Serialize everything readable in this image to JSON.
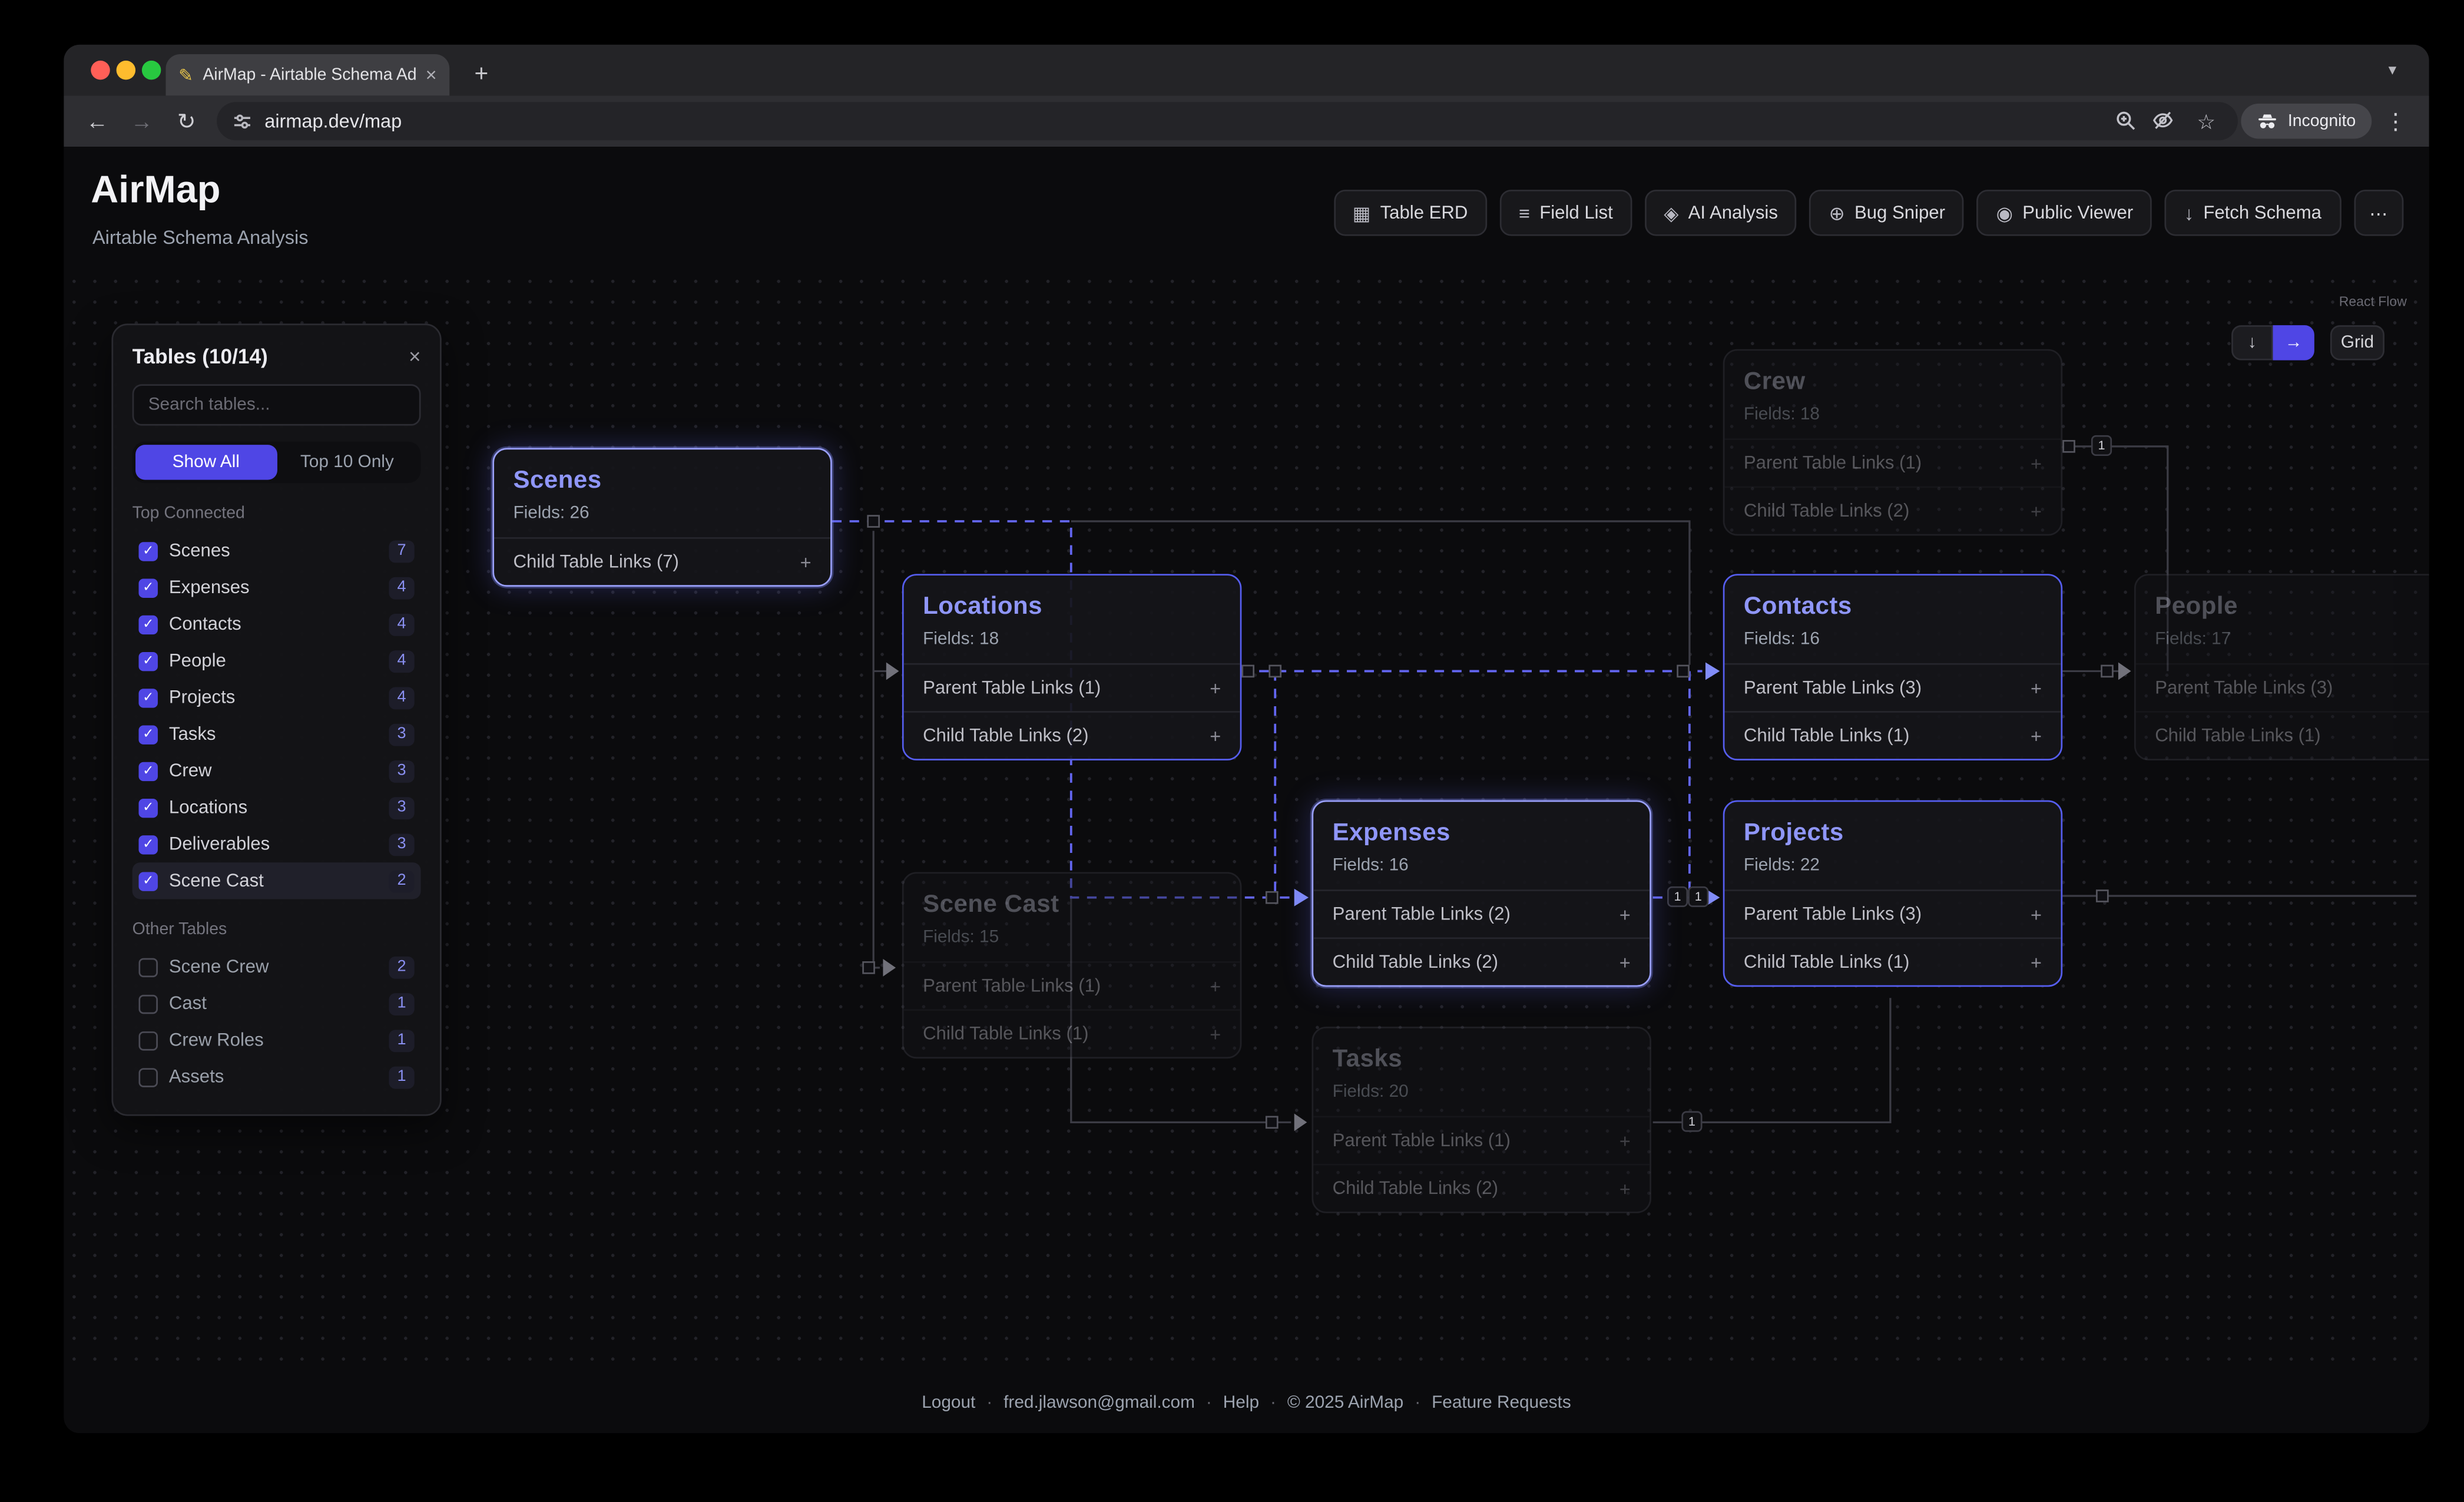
{
  "colors": {
    "accent": "#6366f1",
    "accent_bright": "#8f96f9",
    "segment_active": "#4f46e5"
  },
  "browser": {
    "tab_title": "AirMap - Airtable Schema Ad",
    "url": "airmap.dev/map",
    "incognito_label": "Incognito"
  },
  "icons": {
    "pencil": "✎",
    "close": "×",
    "plus": "+",
    "chevron_down": "▾",
    "back": "←",
    "forward": "→",
    "reload": "↻",
    "star": "☆",
    "dots_v": "⋮",
    "check": "✓",
    "map": "▦",
    "list": "≡",
    "sparkle": "◈",
    "scope": "⊕",
    "eye": "◉",
    "download": "↓",
    "arrow_down": "↓",
    "arrow_right": "→"
  },
  "header": {
    "title": "AirMap",
    "subtitle": "Airtable Schema Analysis",
    "buttons": [
      {
        "label": "Table ERD"
      },
      {
        "label": "Field List"
      },
      {
        "label": "AI Analysis"
      },
      {
        "label": "Bug Sniper"
      },
      {
        "label": "Public Viewer"
      },
      {
        "label": "Fetch Schema"
      }
    ],
    "more_label": "⋯"
  },
  "panel": {
    "title": "Tables (10/14)",
    "search_placeholder": "Search tables...",
    "show_all": "Show All",
    "top_ten": "Top 10 Only",
    "sections": [
      {
        "label": "Top Connected",
        "items": [
          {
            "name": "Scenes",
            "count": "7",
            "checked": true
          },
          {
            "name": "Expenses",
            "count": "4",
            "checked": true
          },
          {
            "name": "Contacts",
            "count": "4",
            "checked": true
          },
          {
            "name": "People",
            "count": "4",
            "checked": true
          },
          {
            "name": "Projects",
            "count": "4",
            "checked": true
          },
          {
            "name": "Tasks",
            "count": "3",
            "checked": true
          },
          {
            "name": "Crew",
            "count": "3",
            "checked": true
          },
          {
            "name": "Locations",
            "count": "3",
            "checked": true
          },
          {
            "name": "Deliverables",
            "count": "3",
            "checked": true
          },
          {
            "name": "Scene Cast",
            "count": "2",
            "checked": true
          }
        ]
      },
      {
        "label": "Other Tables",
        "items": [
          {
            "name": "Scene Crew",
            "count": "2",
            "checked": false
          },
          {
            "name": "Cast",
            "count": "1",
            "checked": false
          },
          {
            "name": "Crew Roles",
            "count": "1",
            "checked": false
          },
          {
            "name": "Assets",
            "count": "1",
            "checked": false
          }
        ]
      }
    ]
  },
  "flow": {
    "attribution": "React Flow",
    "grid_label": "Grid",
    "nodes": [
      {
        "title": "Scenes",
        "fields": "Fields: 26",
        "links": [
          "Child Table Links (7)"
        ]
      },
      {
        "title": "Locations",
        "fields": "Fields: 18",
        "links": [
          "Parent Table Links (1)",
          "Child Table Links (2)"
        ]
      },
      {
        "title": "Crew",
        "fields": "Fields: 18",
        "links": [
          "Parent Table Links (1)",
          "Child Table Links (2)"
        ]
      },
      {
        "title": "Contacts",
        "fields": "Fields: 16",
        "links": [
          "Parent Table Links (3)",
          "Child Table Links (1)"
        ]
      },
      {
        "title": "People",
        "fields": "Fields: 17",
        "links": [
          "Parent Table Links (3)",
          "Child Table Links (1)"
        ]
      },
      {
        "title": "Expenses",
        "fields": "Fields: 16",
        "links": [
          "Parent Table Links (2)",
          "Child Table Links (2)"
        ]
      },
      {
        "title": "Projects",
        "fields": "Fields: 22",
        "links": [
          "Parent Table Links (3)",
          "Child Table Links (1)"
        ]
      },
      {
        "title": "Scene Cast",
        "fields": "Fields: 15",
        "links": [
          "Parent Table Links (1)",
          "Child Table Links (1)"
        ]
      },
      {
        "title": "Tasks",
        "fields": "Fields: 20",
        "links": [
          "Parent Table Links (1)",
          "Child Table Links (2)"
        ]
      }
    ],
    "edge_badges": [
      "1",
      "1",
      "1",
      "1"
    ]
  },
  "footer": {
    "separator": "·",
    "logout": "Logout",
    "email": "fred.jlawson@gmail.com",
    "help": "Help",
    "copyright": "© 2025 AirMap",
    "feature_requests": "Feature Requests"
  }
}
